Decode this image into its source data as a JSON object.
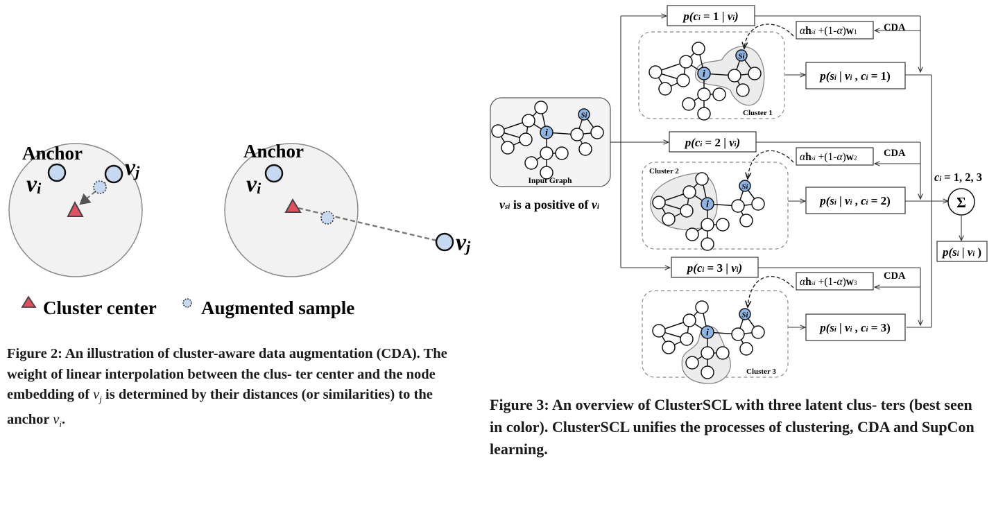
{
  "figure2": {
    "panel_left": {
      "anchor_label": "Anchor",
      "vi_label": "v",
      "vi_sub": "i",
      "vj_label": "v",
      "vj_sub": "j"
    },
    "panel_right": {
      "anchor_label": "Anchor",
      "vi_label": "v",
      "vi_sub": "i",
      "vj_label": "v",
      "vj_sub": "j"
    },
    "legend": {
      "cluster_center": "Cluster center",
      "augmented_sample": "Augmented sample"
    },
    "caption": {
      "part1": "Figure 2: An illustration of cluster-aware data augmentation (CDA). The weight of linear interpolation between the clus- ter center and the node embedding of ",
      "vj": "v",
      "vj_sub": "j",
      "part2": " is determined by their distances (or similarities) to the anchor ",
      "vi": "v",
      "vi_sub": "i",
      "part3": "."
    },
    "colors": {
      "circle_fill": "#f2f2f2",
      "node_fill": "#c6d9f1",
      "center_fill": "#e0505e"
    }
  },
  "figure3": {
    "input_graph": {
      "label": "Input Graph",
      "node_i": "i",
      "node_si": "Si",
      "positive_text_v": "v",
      "positive_text_sub": "si",
      "positive_text_mid": " is a positive of ",
      "positive_text_v2": "v",
      "positive_text_sub2": "i"
    },
    "branches": [
      {
        "prior": {
          "p": "p(",
          "c": "c",
          "ci": "i",
          "rest": " = 1  |  ",
          "v": "v",
          "vi": "i",
          "close": ")"
        },
        "cda_formula": {
          "alpha": "α",
          "h": "h",
          "hs": "si",
          "mid": " +(1-",
          "alpha2": "α",
          "close": ")",
          "w": "w",
          "ws": "1"
        },
        "cda_label": "CDA",
        "cluster_label": "Cluster 1",
        "likelihood": {
          "p": "p(",
          "s": "s",
          "si": "i",
          "bar": " | ",
          "v": "v",
          "vi": "i",
          "comma": " , ",
          "c": "c",
          "ci": "i",
          "rest": " = 1)"
        }
      },
      {
        "prior": {
          "p": "p(",
          "c": "c",
          "ci": "i",
          "rest": " = 2  |  ",
          "v": "v",
          "vi": "i",
          "close": ")"
        },
        "cda_formula": {
          "alpha": "α",
          "h": "h",
          "hs": "si",
          "mid": " +(1-",
          "alpha2": "α",
          "close": ")",
          "w": "w",
          "ws": "2"
        },
        "cda_label": "CDA",
        "cluster_label": "Cluster 2",
        "likelihood": {
          "p": "p(",
          "s": "s",
          "si": "i",
          "bar": " | ",
          "v": "v",
          "vi": "i",
          "comma": " , ",
          "c": "c",
          "ci": "i",
          "rest": " = 2)"
        }
      },
      {
        "prior": {
          "p": "p(",
          "c": "c",
          "ci": "i",
          "rest": " = 3  |  ",
          "v": "v",
          "vi": "i",
          "close": ")"
        },
        "cda_formula": {
          "alpha": "α",
          "h": "h",
          "hs": "si",
          "mid": " +(1-",
          "alpha2": "α",
          "close": ")",
          "w": "w",
          "ws": "3"
        },
        "cda_label": "CDA",
        "cluster_label": "Cluster 3",
        "likelihood": {
          "p": "p(",
          "s": "s",
          "si": "i",
          "bar": " | ",
          "v": "v",
          "vi": "i",
          "comma": " , ",
          "c": "c",
          "ci": "i",
          "rest": " = 3)"
        }
      }
    ],
    "sum": {
      "symbol": "Σ",
      "range_c": "c",
      "range_sub": "i",
      "range_rest": " = 1, 2, 3"
    },
    "output": {
      "p": "p(",
      "s": "s",
      "si": "i",
      "bar": " | ",
      "v": "v",
      "vi": "i",
      "close": " )"
    },
    "node_i": "i",
    "node_si": "Si",
    "caption": "Figure 3: An overview of ClusterSCL with three latent clus- ters (best seen in color). ClusterSCL unifies the processes of clustering, CDA and SupCon learning.",
    "colors": {
      "highlight_node": "#8db4e2",
      "cluster_shade": "#ececec"
    }
  }
}
